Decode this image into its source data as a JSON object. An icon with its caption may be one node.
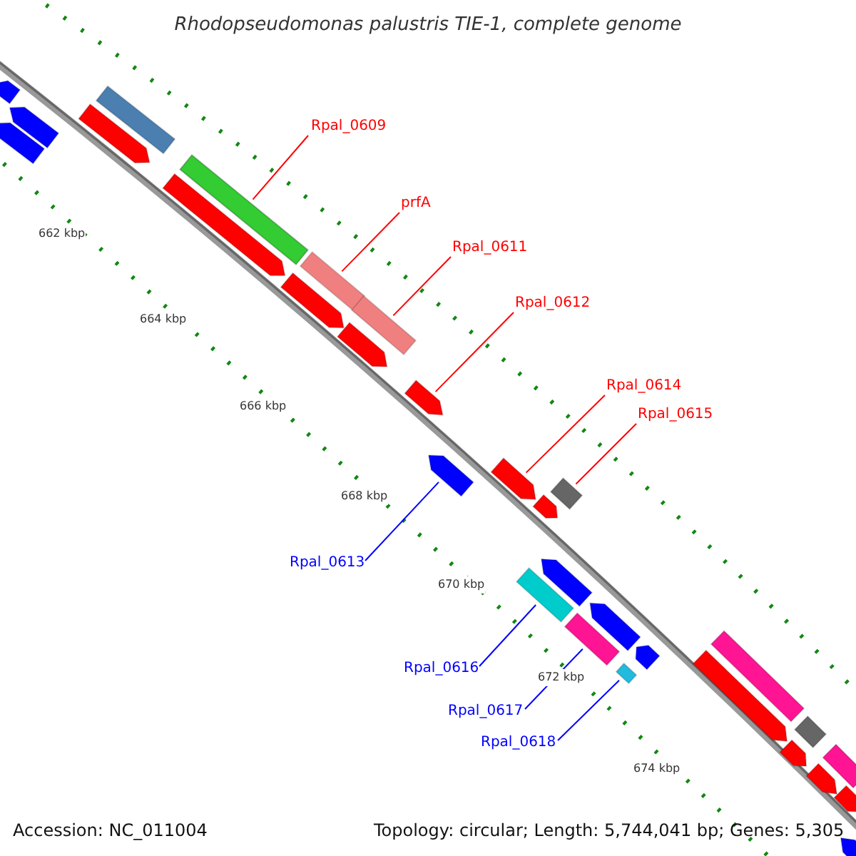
{
  "diagram": {
    "title": "Rhodopseudomonas palustris TIE-1, complete genome",
    "nodes": [
      {
        "text": [
          "Rpal_0609"
        ]
      },
      {
        "text": [],
        "shape": "bar"
      },
      {
        "text": [
          "prfA"
        ]
      },
      {
        "text": [],
        "shape": "bar"
      },
      {
        "text": [
          "Rpal_0611"
        ]
      },
      {
        "text": [],
        "shape": "bar"
      },
      {
        "text": [
          "Rpal_0612"
        ]
      },
      {
        "text": [],
        "shape": "bar"
      },
      {
        "text": [
          "Rpal_0614"
        ]
      },
      {
        "text": [],
        "shape": "bar"
      },
      {
        "text": [
          "Rpal_0615"
        ]
      },
      {
        "text": [],
        "shape": "bar"
      },
      {
        "text": [
          "Rpal_0613"
        ]
      },
      {
        "text": [],
        "shape": "bar"
      },
      {
        "text": [
          "Rpal_0616"
        ]
      },
      {
        "text": [],
        "shape": "bar"
      },
      {
        "text": [
          "Rpal_0617"
        ]
      },
      {
        "text": [],
        "shape": "bar"
      },
      {
        "text": [
          "Rpal_0618"
        ]
      },
      {
        "text": [],
        "shape": "bar"
      },
      {
        "text": [],
        "shape": "bar"
      },
      {
        "text": [],
        "shape": "bar"
      },
      {
        "text": [],
        "shape": "bar"
      },
      {
        "text": [],
        "shape": "bar"
      },
      {
        "text": [],
        "shape": "bar"
      },
      {
        "text": [],
        "shape": "bar"
      },
      {
        "text": [],
        "shape": "bar"
      },
      {
        "text": [],
        "shape": "bar"
      },
      {
        "text": [],
        "shape": "bar"
      },
      {
        "text": [],
        "shape": "bar"
      },
      {
        "text": [],
        "shape": "bar"
      },
      {
        "text": [],
        "shape": "bar"
      },
      {
        "text": [],
        "shape": "bar"
      },
      {
        "text": [],
        "shape": "bar"
      },
      {
        "text": [],
        "shape": "bar"
      },
      {
        "text": [],
        "shape": "bar"
      },
      {
        "text": [],
        "shape": "bar"
      },
      {
        "text": [],
        "shape": "bar"
      },
      {
        "text": [],
        "shape": "bar"
      },
      {
        "text": [],
        "shape": "bar"
      },
      {
        "text": [],
        "shape": "bar"
      }
    ],
    "edges": [
      {
        "from": 0,
        "to": 1,
        "arrow": "none"
      },
      {
        "from": 2,
        "to": 3,
        "arrow": "none"
      },
      {
        "from": 4,
        "to": 5,
        "arrow": "none"
      },
      {
        "from": 6,
        "to": 7,
        "arrow": "none"
      },
      {
        "from": 8,
        "to": 9,
        "arrow": "none"
      },
      {
        "from": 10,
        "to": 11,
        "arrow": "none"
      },
      {
        "from": 12,
        "to": 13,
        "arrow": "none",
        "color": "#0000ff"
      },
      {
        "from": 14,
        "to": 15,
        "arrow": "none",
        "color": "#0000ff"
      },
      {
        "from": 16,
        "to": 17,
        "arrow": "none",
        "color": "#0000ff"
      },
      {
        "from": 18,
        "to": 19,
        "arrow": "none",
        "color": "#0000ff"
      }
    ],
    "labels": [
      "662 kbp",
      "664 kbp",
      "666 kbp",
      "668 kbp",
      "670 kbp",
      "672 kbp",
      "674 kbp",
      "Accession: NC_011004",
      "Topology: circular; Length: 5,744,041 bp; Genes: 5,305"
    ]
  }
}
